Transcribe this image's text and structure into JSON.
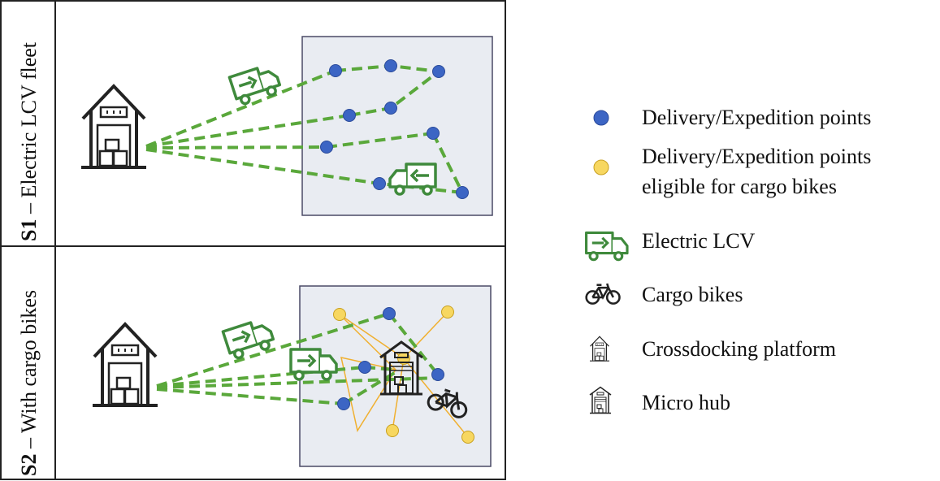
{
  "scenarios": [
    {
      "code": "S1",
      "label": " – Electric LCV fleet"
    },
    {
      "code": "S2",
      "label": " – With cargo bikes"
    }
  ],
  "legend": [
    {
      "icon": "blue-dot-icon",
      "lines": [
        "Delivery/Expedition points"
      ]
    },
    {
      "icon": "yellow-dot-icon",
      "lines": [
        "Delivery/Expedition points",
        "eligible for cargo bikes"
      ]
    },
    {
      "icon": "electric-van-icon",
      "lines": [
        "Electric LCV"
      ]
    },
    {
      "icon": "bicycle-icon",
      "lines": [
        "Cargo bikes"
      ]
    },
    {
      "icon": "warehouse-icon",
      "lines": [
        "Crossdocking platform"
      ]
    },
    {
      "icon": "micro-hub-icon",
      "lines": [
        "Micro hub"
      ]
    }
  ],
  "colors": {
    "route_green": "#5aa83b",
    "van_green": "#3f8a3c",
    "blue_point": "#3c65c4",
    "yellow_point": "#f7d760",
    "yellow_route": "#f0b030",
    "zone_fill": "#e9ecf2",
    "zone_stroke": "#4a4a66"
  }
}
